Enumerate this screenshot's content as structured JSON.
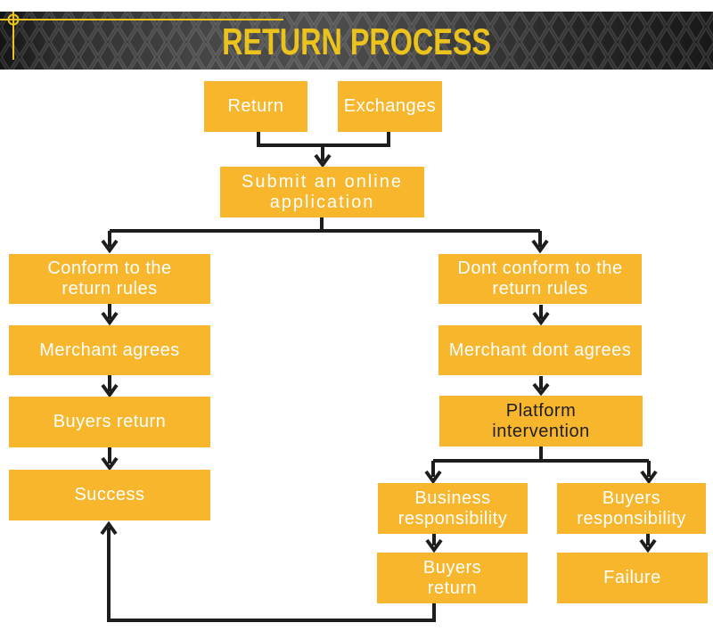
{
  "title": "RETURN PROCESS",
  "theme": {
    "page_bg": "#FFFFFF",
    "box_color": "#F8B62D",
    "box_text_color": "#FFFFFF",
    "dark_text_color": "#1E1E1E",
    "arrow_color": "#1D1D1D",
    "banner_accent": "#ECC31D"
  },
  "header": {
    "ornament_icon": "crosshair-ruler-icon",
    "texture": "chain-link-mesh"
  },
  "nodes": {
    "return": {
      "label": "Return"
    },
    "exchanges": {
      "label": "Exchanges"
    },
    "submit": {
      "line1": "Submit an online",
      "line2": "application"
    },
    "conform": {
      "line1": "Conform to the",
      "line2": "return rules"
    },
    "dont_conform": {
      "line1": "Dont conform to the",
      "line2": "return rules"
    },
    "merchant_agrees": {
      "label": "Merchant agrees"
    },
    "merchant_dont_agrees": {
      "label": "Merchant dont agrees"
    },
    "buyers_return_left": {
      "label": "Buyers return"
    },
    "platform_intervention": {
      "line1": "Platform",
      "line2": "intervention"
    },
    "success": {
      "label": "Success"
    },
    "business_responsibility": {
      "line1": "Business",
      "line2": "responsibility"
    },
    "buyers_responsibility": {
      "line1": "Buyers",
      "line2": "responsibility"
    },
    "buyers_return_right": {
      "line1": "Buyers",
      "line2": "return"
    },
    "failure": {
      "label": "Failure"
    }
  }
}
